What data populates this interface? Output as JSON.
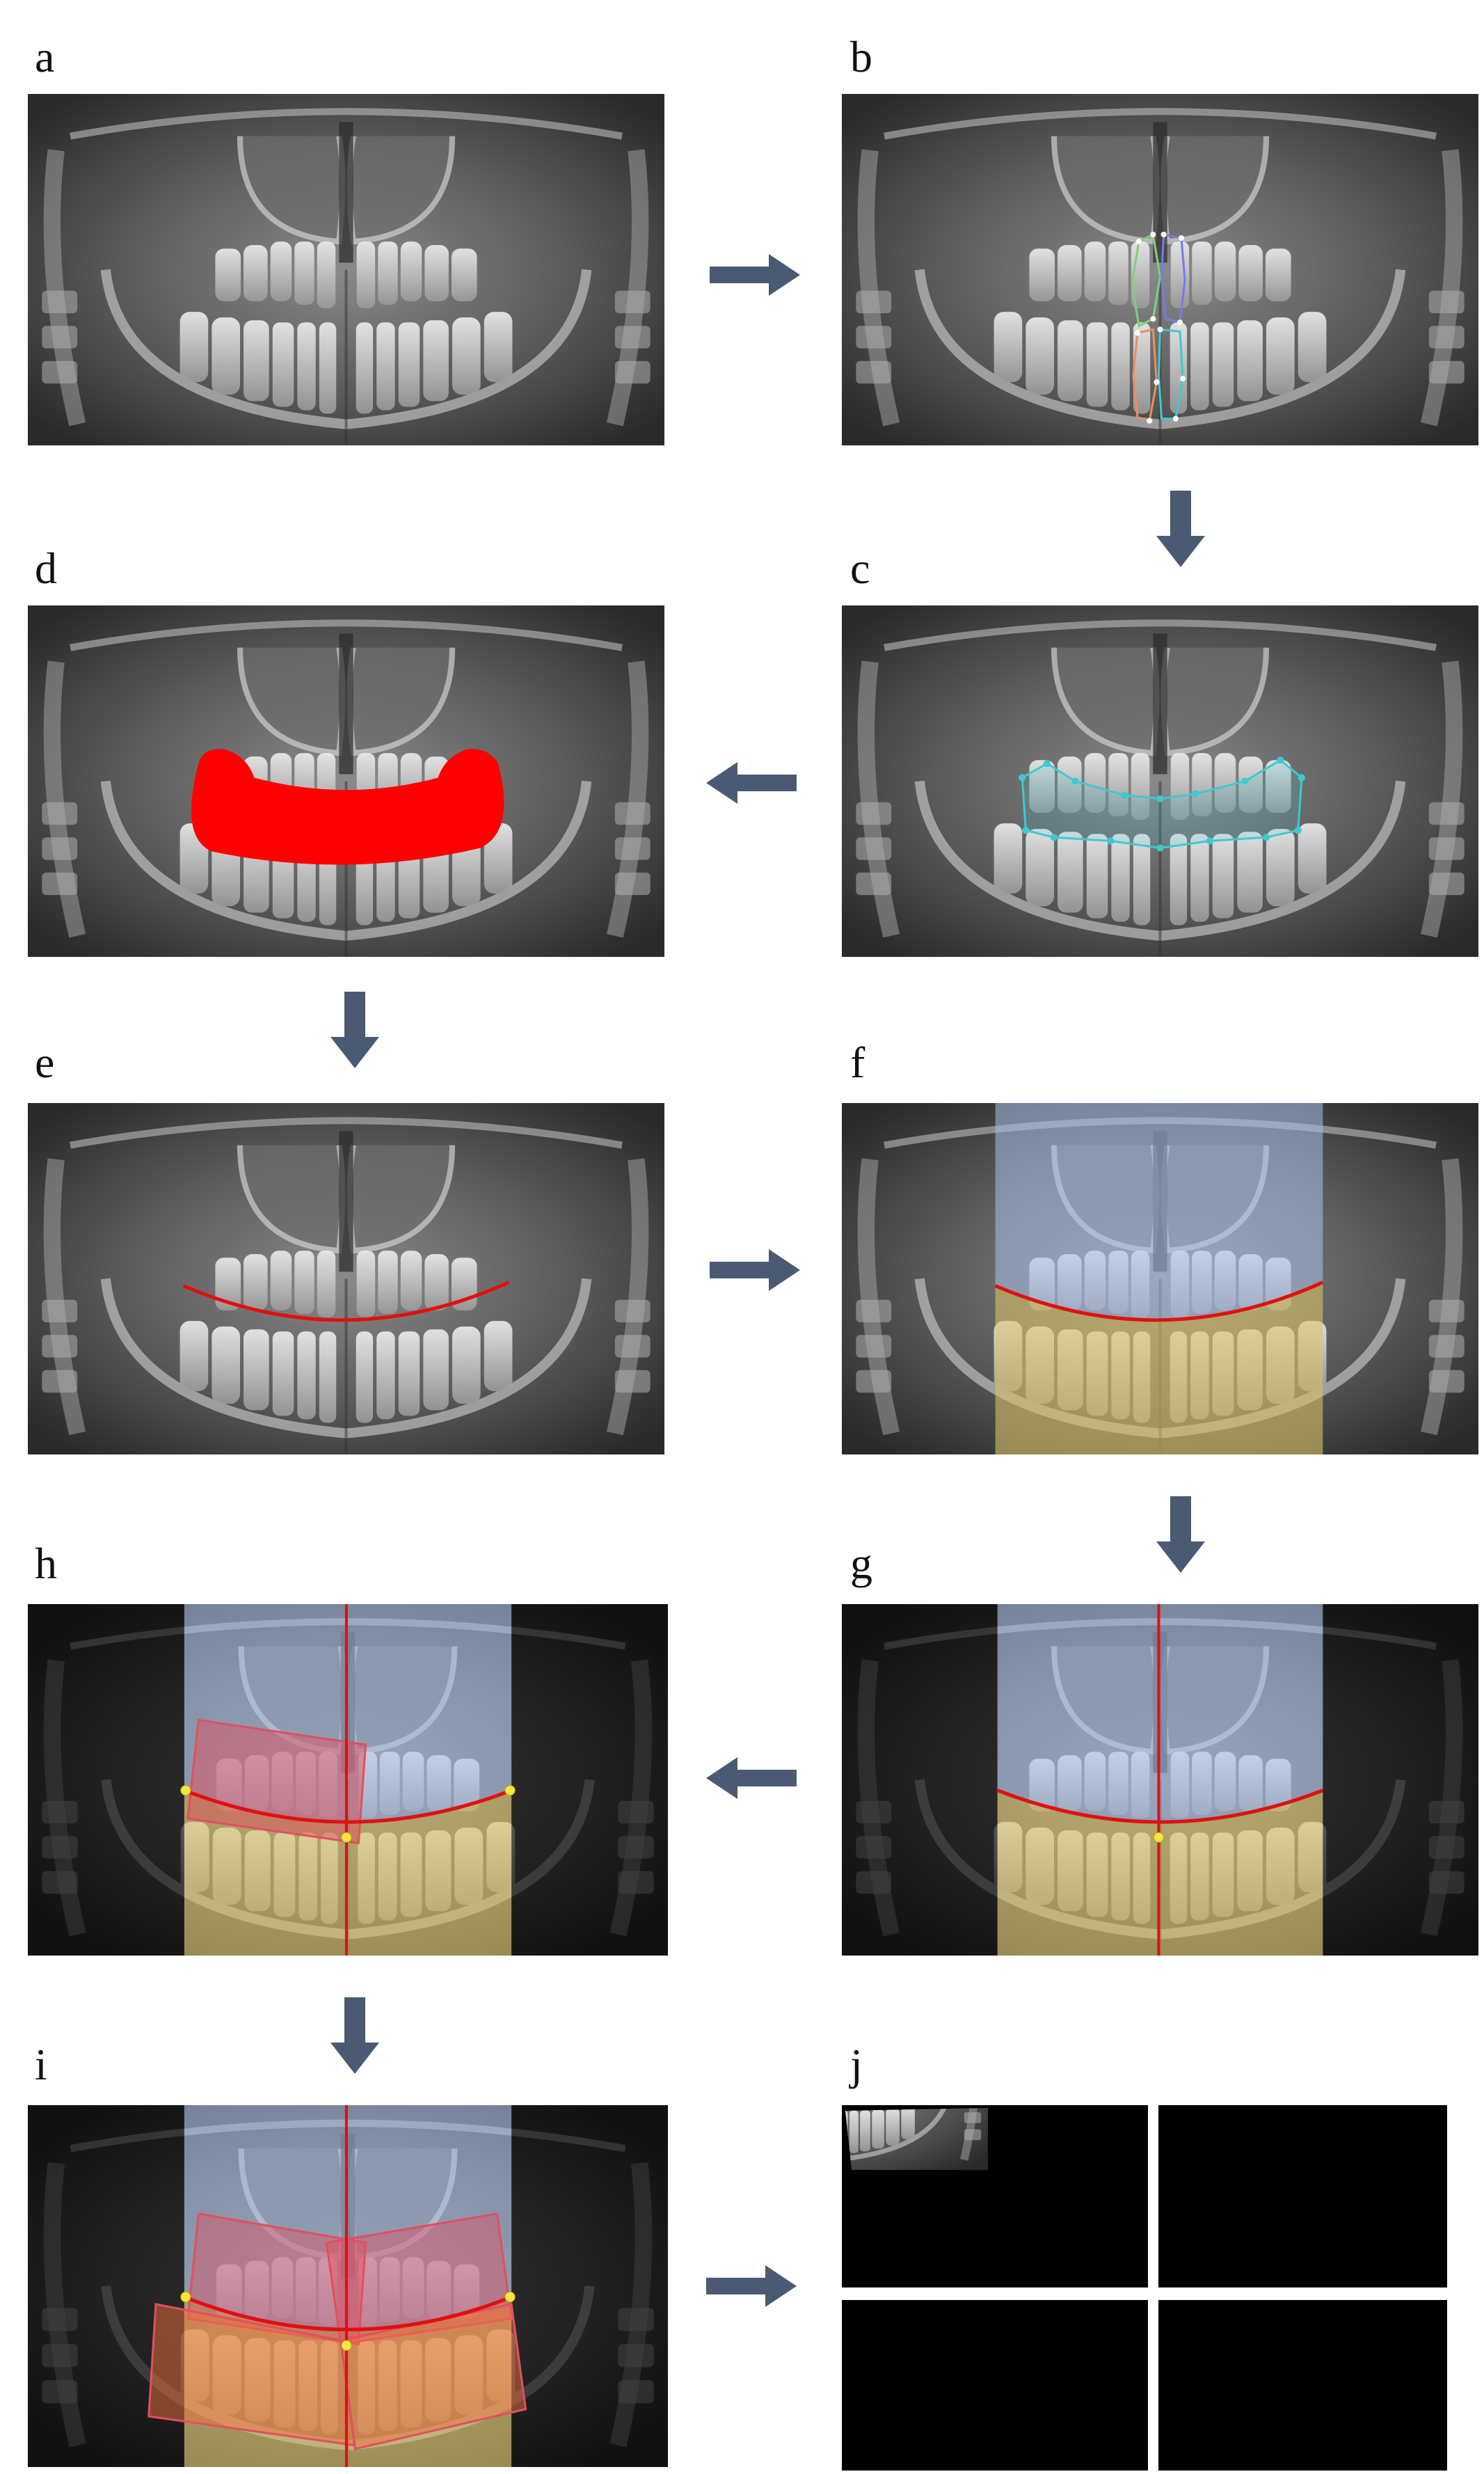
{
  "labels": {
    "a": "a",
    "b": "b",
    "c": "c",
    "d": "d",
    "e": "e",
    "f": "f",
    "g": "g",
    "h": "h",
    "i": "i",
    "j": "j"
  },
  "colors": {
    "arrow": "#4a5a72",
    "curve": "#e01010",
    "mask": "#ff0000",
    "upper_region": "#a9c0e8",
    "lower_region": "#d8c266",
    "rotated_box": "#e05060",
    "lower_box": "#f07040",
    "landmark": "#f5e642",
    "tooth_outline_1": "#7ed07a",
    "tooth_outline_2": "#7a7ae8",
    "tooth_outline_3": "#e89060",
    "tooth_outline_4": "#40c8d0",
    "occlusal_points": "#40c8d0"
  },
  "icons": {
    "arrow_right": "arrow-right-icon",
    "arrow_down": "arrow-down-icon",
    "arrow_left": "arrow-left-icon"
  }
}
